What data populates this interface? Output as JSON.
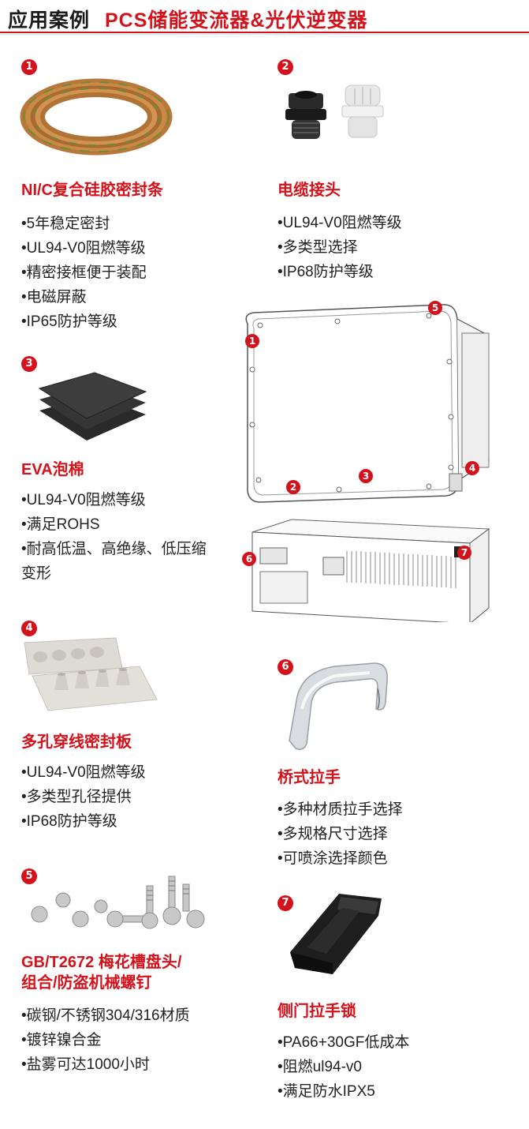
{
  "header": {
    "title_black": "应用案例",
    "title_red": "PCS储能变流器&光伏逆变器"
  },
  "accent_color": "#d4121b",
  "sections": [
    {
      "num": "1",
      "title": "NI/C复合硅胶密封条",
      "image_icon": "sealing-strip-coil",
      "bullets": [
        "•5年稳定密封",
        "•UL94-V0阻燃等级",
        "•精密接框便于装配",
        "•电磁屏蔽",
        "•IP65防护等级"
      ]
    },
    {
      "num": "2",
      "title": "电缆接头",
      "image_icon": "cable-gland",
      "bullets": [
        "•UL94-V0阻燃等级",
        "•多类型选择",
        "•IP68防护等级"
      ]
    },
    {
      "num": "3",
      "title": "EVA泡棉",
      "image_icon": "eva-foam-sheets",
      "bullets": [
        "•UL94-V0阻燃等级",
        "•满足ROHS",
        "•耐高低温、高绝缘、低压缩变形"
      ]
    },
    {
      "num": "4",
      "title": "多孔穿线密封板",
      "image_icon": "multi-hole-seal-plate",
      "bullets": [
        "•UL94-V0阻燃等级",
        "•多类型孔径提供",
        "•IP68防护等级"
      ]
    },
    {
      "num": "5",
      "title_line1": "GB/T2672 梅花槽盘头/",
      "title_line2": "组合/防盗机械螺钉",
      "image_icon": "torx-screws",
      "bullets": [
        "•碳钢/不锈钢304/316材质",
        "•镀锌镍合金",
        "•盐雾可达1000小时"
      ]
    },
    {
      "num": "6",
      "title": "桥式拉手",
      "image_icon": "bridge-handle",
      "bullets": [
        "•多种材质拉手选择",
        "•多规格尺寸选择",
        "•可喷涂选择颜色"
      ]
    },
    {
      "num": "7",
      "title": "侧门拉手锁",
      "image_icon": "side-door-handle-lock",
      "bullets": [
        "•PA66+30GF低成本",
        "•阻燃ul94-v0",
        "•满足防水IPX5"
      ]
    }
  ],
  "diagram": {
    "inverter_markers": [
      "1",
      "5",
      "3",
      "2",
      "4"
    ],
    "pcs_markers": [
      "6",
      "7"
    ]
  }
}
